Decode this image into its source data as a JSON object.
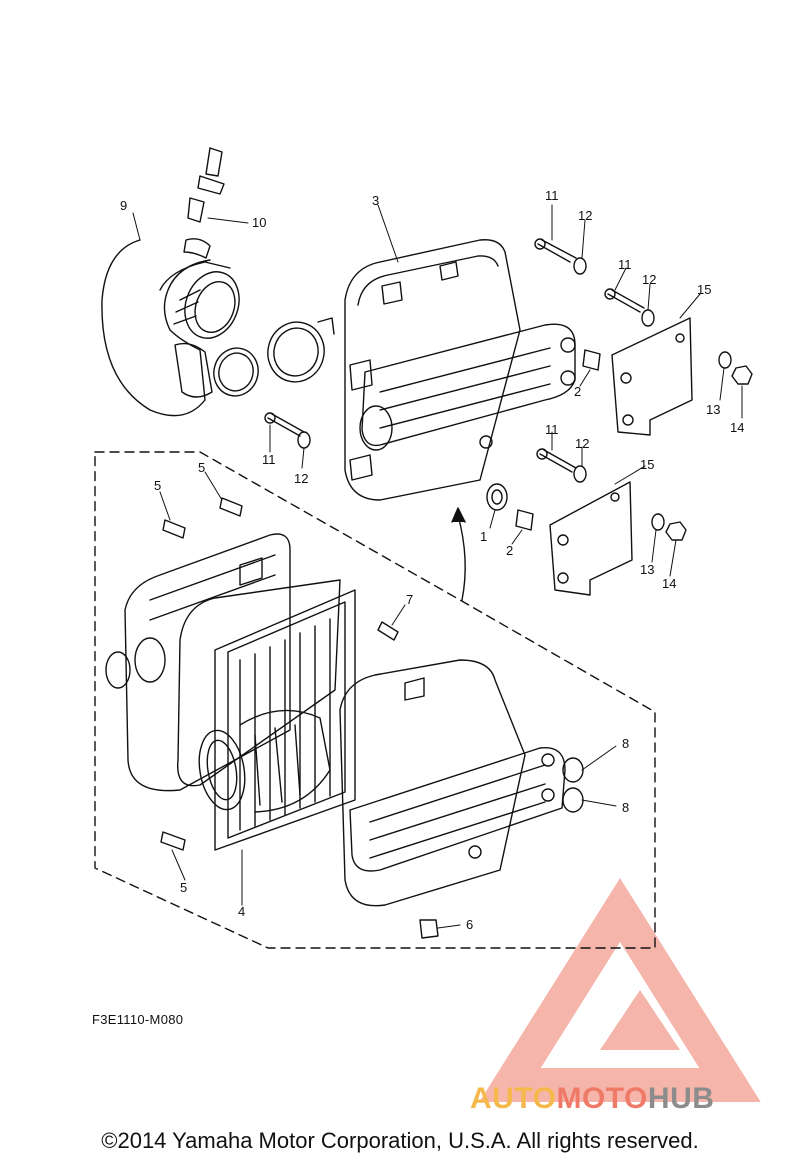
{
  "diagram": {
    "code": "F3E1110-M080",
    "copyright": "©2014 Yamaha Motor Corporation, U.S.A. All rights reserved.",
    "watermark": {
      "part_auto": "AUTO",
      "part_moto": "MOTO",
      "part_hub": "HUB",
      "colors": {
        "auto": "#f5b84a",
        "moto": "#f07a68",
        "hub": "#8c8c8c"
      }
    },
    "callouts": {
      "c1": "1",
      "c2a": "2",
      "c2b": "2",
      "c3": "3",
      "c4": "4",
      "c5a": "5",
      "c5b": "5",
      "c5c": "5",
      "c6": "6",
      "c7": "7",
      "c8a": "8",
      "c8b": "8",
      "c9": "9",
      "c10": "10",
      "c11a": "11",
      "c11b": "11",
      "c11c": "11",
      "c11d": "11",
      "c12a": "12",
      "c12b": "12",
      "c12c": "12",
      "c12d": "12",
      "c13a": "13",
      "c13b": "13",
      "c14a": "14",
      "c14b": "14",
      "c15a": "15",
      "c15b": "15"
    }
  }
}
